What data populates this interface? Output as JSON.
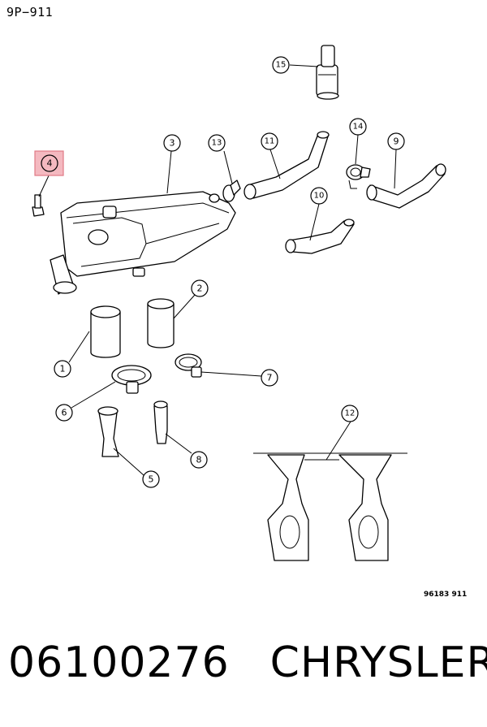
{
  "header": {
    "page_code": "9P−911"
  },
  "drawing_number": "96183 911",
  "footer": {
    "part_number": "06100276",
    "brand": "CHRYSLER"
  },
  "highlight_color": "#e07a86",
  "callouts": [
    {
      "id": "c1",
      "label": "1"
    },
    {
      "id": "c2",
      "label": "2"
    },
    {
      "id": "c3",
      "label": "3"
    },
    {
      "id": "c4",
      "label": "4",
      "highlighted": true
    },
    {
      "id": "c5",
      "label": "5"
    },
    {
      "id": "c6",
      "label": "6"
    },
    {
      "id": "c7",
      "label": "7"
    },
    {
      "id": "c8",
      "label": "8"
    },
    {
      "id": "c9",
      "label": "9"
    },
    {
      "id": "c10",
      "label": "10"
    },
    {
      "id": "c11",
      "label": "11"
    },
    {
      "id": "c12",
      "label": "12"
    },
    {
      "id": "c13",
      "label": "13"
    },
    {
      "id": "c14",
      "label": "14"
    },
    {
      "id": "c15",
      "label": "15"
    }
  ]
}
